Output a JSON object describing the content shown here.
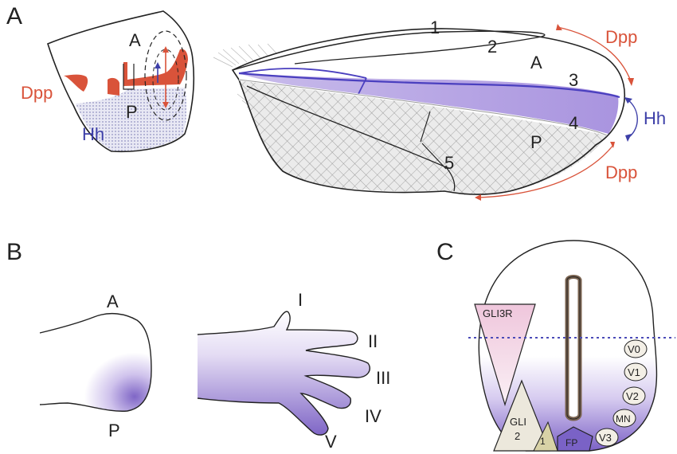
{
  "panels": {
    "a": "A",
    "b": "B",
    "c": "C"
  },
  "disc": {
    "anterior": "A",
    "posterior": "P",
    "dpp": "Dpp",
    "hh": "Hh"
  },
  "wing": {
    "veins": [
      "1",
      "2",
      "3",
      "4",
      "5"
    ],
    "anterior": "A",
    "posterior": "P",
    "dpp_top": "Dpp",
    "hh": "Hh",
    "dpp_bottom": "Dpp"
  },
  "limb": {
    "anterior": "A",
    "posterior": "P",
    "digits": [
      "I",
      "II",
      "III",
      "IV",
      "V"
    ]
  },
  "neural_tube": {
    "gli3r": "GLI3R",
    "gli2_line1": "GLI",
    "gli2_line2": "2",
    "gli1": "1",
    "floor_plate": "FP",
    "progenitors": [
      "V0",
      "V1",
      "V2",
      "MN",
      "V3"
    ]
  },
  "colors": {
    "dpp": "#d9533a",
    "hh": "#3d3fa8",
    "purple_gradient": "#8f78cf",
    "vein_outline": "#222222"
  }
}
